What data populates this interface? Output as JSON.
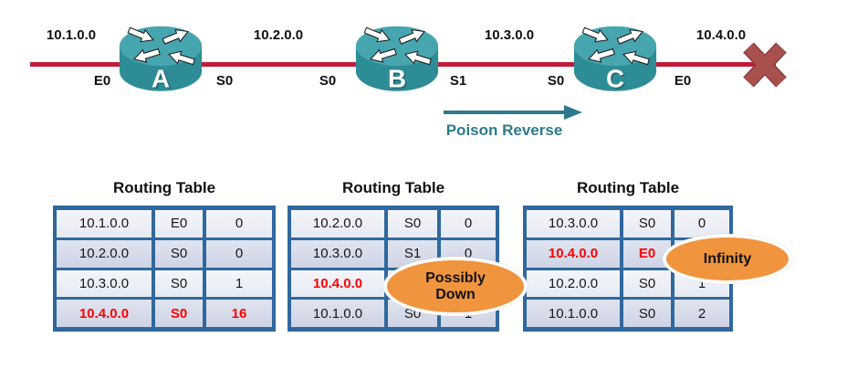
{
  "diagram": {
    "networks": [
      "10.1.0.0",
      "10.2.0.0",
      "10.3.0.0",
      "10.4.0.0"
    ],
    "routers": [
      "A",
      "B",
      "C"
    ],
    "interfaces": [
      "E0",
      "S0",
      "S0",
      "S1",
      "S0",
      "E0"
    ],
    "poison_reverse_label": "Poison Reverse"
  },
  "tables": [
    {
      "title": "Routing Table",
      "rows": [
        [
          {
            "text": "10.1.0.0",
            "red": false
          },
          {
            "text": "E0",
            "red": false
          },
          {
            "text": "0",
            "red": false
          }
        ],
        [
          {
            "text": "10.2.0.0",
            "red": false
          },
          {
            "text": "S0",
            "red": false
          },
          {
            "text": "0",
            "red": false
          }
        ],
        [
          {
            "text": "10.3.0.0",
            "red": false
          },
          {
            "text": "S0",
            "red": false
          },
          {
            "text": "1",
            "red": false
          }
        ],
        [
          {
            "text": "10.4.0.0",
            "red": true
          },
          {
            "text": "S0",
            "red": true
          },
          {
            "text": "16",
            "red": true
          }
        ]
      ]
    },
    {
      "title": "Routing Table",
      "rows": [
        [
          {
            "text": "10.2.0.0",
            "red": false
          },
          {
            "text": "S0",
            "red": false
          },
          {
            "text": "0",
            "red": false
          }
        ],
        [
          {
            "text": "10.3.0.0",
            "red": false
          },
          {
            "text": "S1",
            "red": false
          },
          {
            "text": "0",
            "red": false
          }
        ],
        [
          {
            "text": "10.4.0.0",
            "red": true
          },
          {
            "text": "",
            "red": false
          },
          {
            "text": "",
            "red": false
          }
        ],
        [
          {
            "text": "10.1.0.0",
            "red": false
          },
          {
            "text": "S0",
            "red": false
          },
          {
            "text": "1",
            "red": false
          }
        ]
      ]
    },
    {
      "title": "Routing Table",
      "rows": [
        [
          {
            "text": "10.3.0.0",
            "red": false
          },
          {
            "text": "S0",
            "red": false
          },
          {
            "text": "0",
            "red": false
          }
        ],
        [
          {
            "text": "10.4.0.0",
            "red": true
          },
          {
            "text": "E0",
            "red": true
          },
          {
            "text": "",
            "red": false
          }
        ],
        [
          {
            "text": "10.2.0.0",
            "red": false
          },
          {
            "text": "S0",
            "red": false
          },
          {
            "text": "1",
            "red": false
          }
        ],
        [
          {
            "text": "10.1.0.0",
            "red": false
          },
          {
            "text": "S0",
            "red": false
          },
          {
            "text": "2",
            "red": false
          }
        ]
      ]
    }
  ],
  "callouts": {
    "possibly_down": {
      "line1": "Possibly",
      "line2": "Down"
    },
    "infinity": {
      "label": "Infinity"
    }
  },
  "colors": {
    "link_red": "#C11A38",
    "broken_x": "#A7504E",
    "router_teal_top": "#46A5AE",
    "router_teal_body": "#2E8C97",
    "table_border_blue": "#2F689E",
    "row_light": "#EDEFF6",
    "row_dark": "#D7DBE9",
    "highlight_red": "#FF0000",
    "poison_teal": "#2C7A8C",
    "oval_orange": "#F0943D"
  }
}
